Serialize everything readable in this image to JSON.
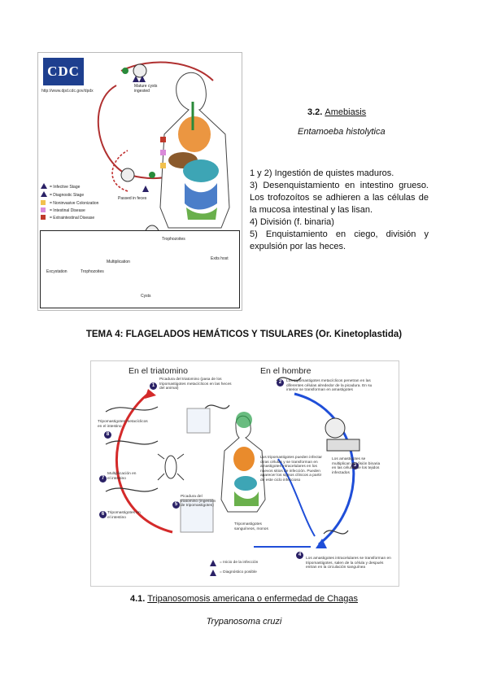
{
  "amoeba_figure": {
    "logo_text": "CDC",
    "url": "http://www.dpd.cdc.gov/dpdx",
    "labels": {
      "mature_cysts": "Mature cysts ingested",
      "passed_in_feces": "Passed in feces",
      "trophozoites": "Trophozoites",
      "multiplication": "Multiplication",
      "excystation": "Excystation",
      "trophozoites2": "Trophozoites",
      "cysts": "Cysts",
      "exits_host": "Exits host"
    },
    "legend": [
      "= Infective Stage",
      "= Diagnostic Stage",
      "= Noninvasive Colonization",
      "= Intestinal Disease",
      "= Extraintestinal Disease"
    ],
    "legend_colors": [
      "#2a2166",
      "#2a2166",
      "#f2c14e",
      "#d98ad9",
      "#c0392b"
    ]
  },
  "section_32": {
    "number": "3.2.",
    "title": "Amebiasis",
    "species": "Entamoeba histolytica",
    "items": [
      "1 y 2) Ingestión de quistes maduros.",
      "3) Desenquistamiento en intestino grueso. Los trofozoítos se adhieren a las células de la mucosa intestinal y las lisan.",
      "4)  División (f. binaria)",
      "5) Enquistamiento en ciego, división y expulsión por las heces."
    ]
  },
  "tema4": "TEMA 4: FLAGELADOS HEMÁTICOS Y TISULARES (Or. Kinetoplastida)",
  "chagas_figure": {
    "left_header": "En el triatomino",
    "right_header": "En el hombre",
    "notes": {
      "n1": "Picadura del triatomino (pasa de los tripomastigotes metacíclicos en las heces del animal)",
      "n2": "Los tripomastigotes metacíclicos penetran en las diferentes células alrededor de la picadura. En su interior se transforman en amastigotes",
      "n3": "Los amastigotes se multiplican por fisión binaria en las células de los tejidos infectados",
      "n4": "Los amastigotes intracelulares se transforman en tripomastigotes, salen de la célula y después entran en la circulación sanguínea",
      "n5": "Picadura del triatomino (ingestión de tripomastigotes)",
      "n6": "Tripomastigotes en el intestino",
      "n7": "Multiplicación en el intestino",
      "n8": "Tripomastigotes metacíclicos en el intestino",
      "mid": "Los tripomastigotes pueden infectar otras células y se transforman en amastigotes intracelulares en los nuevos sitios de infección. Pueden aparecer los signos clínicos a partir de este ciclo infeccioso",
      "bloodstream": "Tripomastigotes sanguíneos, monos",
      "legend1": "= Inicio de la infección",
      "legend2": "= Diagnóstico posible"
    }
  },
  "section_41": {
    "number": "4.1.",
    "title": "Tripanosomosis americana o enfermedad de Chagas",
    "species": "Trypanosoma cruzi"
  }
}
